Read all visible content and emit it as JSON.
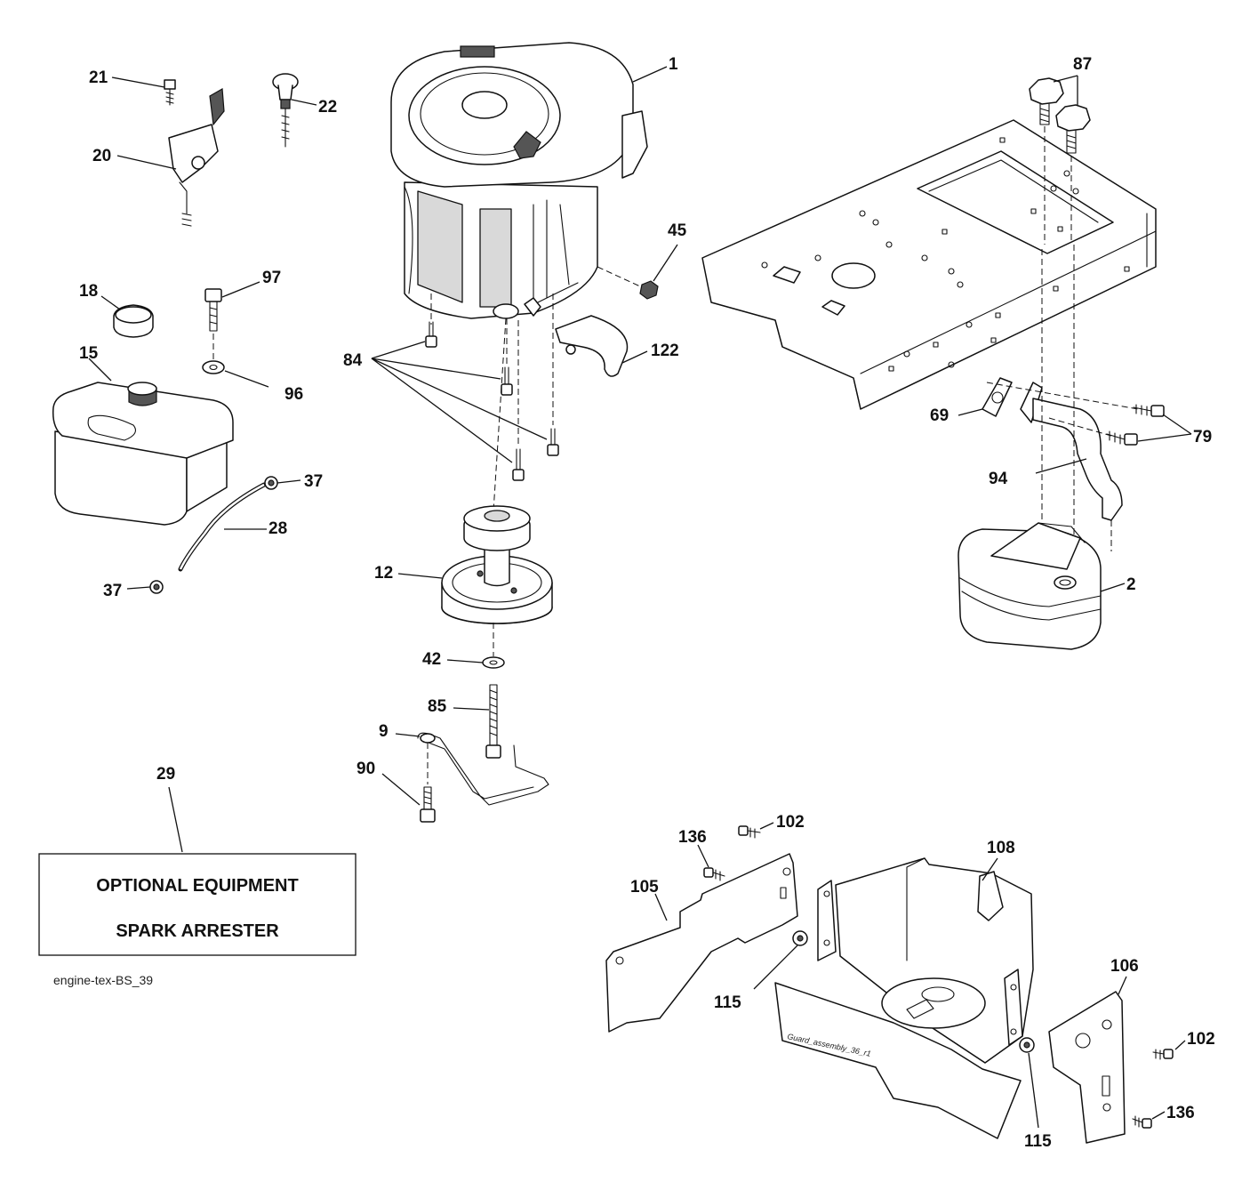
{
  "drawing_id": "engine-tex-BS_39",
  "optional_box": {
    "line1": "OPTIONAL EQUIPMENT",
    "line2": "SPARK ARRESTER"
  },
  "guard_stamp": "Guard_assembly_36_r1",
  "callouts": {
    "engine": "1",
    "muffler": "2",
    "engine_plate": "9",
    "pulley": "12",
    "fuel_tank": "15",
    "fuel_cap": "18",
    "throttle_control": "20",
    "throttle_screw": "21",
    "choke_knob": "22",
    "fuel_line": "28",
    "spark_arrester": "29",
    "clamp_upper": "37",
    "clamp_lower": "37",
    "washer_42": "42",
    "nut_45": "45",
    "gasket_69": "69",
    "bolts_79": "79",
    "bolts_84": "84",
    "bolt_85": "85",
    "bolts_87": "87",
    "bolt_90": "90",
    "exhaust_pipe": "94",
    "washer_96": "96",
    "bolt_97": "97",
    "screw_102_upper": "102",
    "screw_102_lower": "102",
    "heat_shield_left": "105",
    "heat_shield_right": "106",
    "guard_assembly": "108",
    "nut_115_left": "115",
    "nut_115_right": "115",
    "deflector": "122",
    "screw_136_upper": "136",
    "screw_136_lower": "136"
  }
}
